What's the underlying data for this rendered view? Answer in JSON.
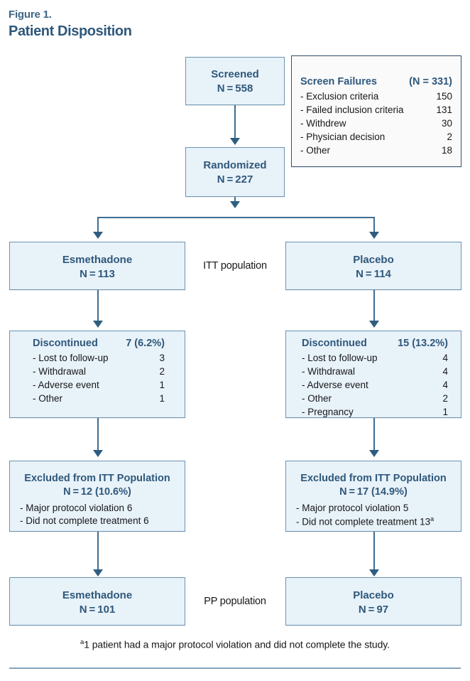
{
  "figure": {
    "label": "Figure 1.",
    "title": "Patient Disposition"
  },
  "nodes": {
    "screened": {
      "name": "Screened",
      "n": "N = 558"
    },
    "randomized": {
      "name": "Randomized",
      "n": "N = 227"
    },
    "itt_left": {
      "name": "Esmethadone",
      "n": "N = 113"
    },
    "itt_right": {
      "name": "Placebo",
      "n": "N = 114"
    },
    "pp_left": {
      "name": "Esmethadone",
      "n": "N = 101"
    },
    "pp_right": {
      "name": "Placebo",
      "n": "N = 97"
    }
  },
  "midlabels": {
    "itt": "ITT population",
    "pp": "PP population"
  },
  "screen_failures": {
    "title": "Screen Failures",
    "total": "(N =  331)",
    "items": [
      {
        "label": "-  Exclusion criteria",
        "value": "150"
      },
      {
        "label": "-  Failed inclusion criteria",
        "value": "131"
      },
      {
        "label": "-  Withdrew",
        "value": "30"
      },
      {
        "label": "-  Physician decision",
        "value": "2"
      },
      {
        "label": "-  Other",
        "value": "18"
      }
    ]
  },
  "discontinued_left": {
    "title": "Discontinued",
    "total": "7 (6.2%)",
    "items": [
      {
        "label": "-  Lost to follow-up",
        "value": "3"
      },
      {
        "label": "-  Withdrawal",
        "value": "2"
      },
      {
        "label": "-  Adverse event",
        "value": "1"
      },
      {
        "label": "-  Other",
        "value": "1"
      }
    ]
  },
  "discontinued_right": {
    "title": "Discontinued",
    "total": "15 (13.2%)",
    "items": [
      {
        "label": "-  Lost to follow-up",
        "value": "4"
      },
      {
        "label": "-  Withdrawal",
        "value": "4"
      },
      {
        "label": "-  Adverse event",
        "value": "4"
      },
      {
        "label": "-  Other",
        "value": "2"
      },
      {
        "label": "-  Pregnancy",
        "value": "1"
      }
    ]
  },
  "excluded_left": {
    "title": "Excluded from ITT Population",
    "n": "N = 12 (10.6%)",
    "lines": [
      "- Major protocol violation 6",
      "- Did not complete treatment 6"
    ]
  },
  "excluded_right": {
    "title": "Excluded from ITT Population",
    "n": "N = 17 (14.9%)",
    "lines": [
      "- Major protocol violation 5",
      "- Did not complete treatment 13"
    ],
    "line2_superscript": "a"
  },
  "footnote": {
    "marker": "a",
    "text": "1 patient had a major protocol violation and did not complete the study."
  },
  "colors": {
    "box_fill": "#e8f2f9",
    "box_border": "#6d93b2",
    "plain_fill": "#fafafa",
    "plain_border": "#2f4f6b",
    "title_blue": "#2f587b",
    "connector": "#3f6d91",
    "rule": "#84a3bc"
  }
}
